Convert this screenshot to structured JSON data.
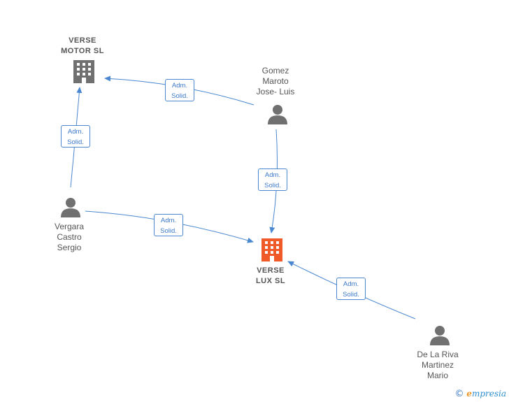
{
  "colors": {
    "edge": "#4a87d0",
    "node_gray": "#707070",
    "focus": "#f05a28"
  },
  "nodes": {
    "verse_motor": {
      "label_line1": "VERSE",
      "label_line2": "MOTOR  SL"
    },
    "verse_lux": {
      "label_line1": "VERSE",
      "label_line2": "LUX  SL"
    },
    "gomez": {
      "label_line1": "Gomez",
      "label_line2": "Maroto",
      "label_line3": "Jose- Luis"
    },
    "vergara": {
      "label_line1": "Vergara",
      "label_line2": "Castro",
      "label_line3": "Sergio"
    },
    "delariva": {
      "label_line1": "De La Riva",
      "label_line2": "Martinez",
      "label_line3": "Mario"
    }
  },
  "edges": [
    {
      "from": "gomez",
      "to": "verse_motor",
      "line1": "Adm.",
      "line2": "Solid."
    },
    {
      "from": "vergara",
      "to": "verse_motor",
      "line1": "Adm.",
      "line2": "Solid."
    },
    {
      "from": "gomez",
      "to": "verse_lux",
      "line1": "Adm.",
      "line2": "Solid."
    },
    {
      "from": "vergara",
      "to": "verse_lux",
      "line1": "Adm.",
      "line2": "Solid."
    },
    {
      "from": "delariva",
      "to": "verse_lux",
      "line1": "Adm.",
      "line2": "Solid."
    }
  ],
  "watermark": {
    "symbol": "©",
    "brand_initial": "e",
    "brand_rest": "mpresia"
  }
}
